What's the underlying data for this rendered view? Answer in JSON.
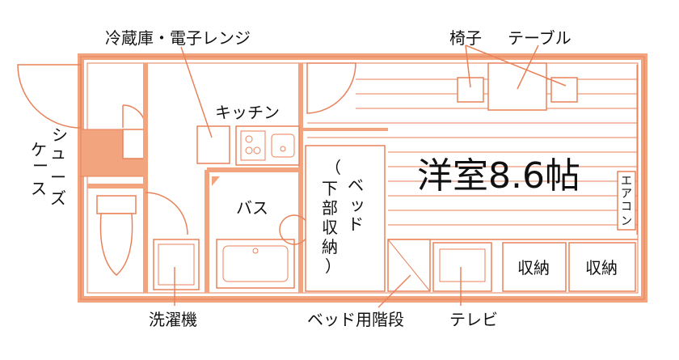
{
  "plan": {
    "room_label": "洋室8.6帖",
    "colors": {
      "wall": "#f2a47e",
      "wall_dark": "#e8825a",
      "fixture_line": "#e8825a",
      "background": "#ffffff",
      "text": "#111111"
    },
    "labels": {
      "fridge_range": "冷蔵庫・電子レンジ",
      "kitchen": "キッチン",
      "shoe_case": [
        "シ",
        "ュ",
        "ー",
        "ズ",
        "ケ",
        "ー",
        "ス"
      ],
      "bath": "バス",
      "bed": [
        "ベ",
        "ッ",
        "ド"
      ],
      "bed_note": [
        "（",
        "下",
        "部",
        "収",
        "納",
        "）"
      ],
      "chair": "椅子",
      "table": "テーブル",
      "aircon": [
        "エ",
        "ア",
        "コ",
        "ン"
      ],
      "storage_1": "収納",
      "storage_2": "収納",
      "washer": "洗濯機",
      "bed_stairs": "ベッド用階段",
      "tv": "テレビ"
    }
  }
}
